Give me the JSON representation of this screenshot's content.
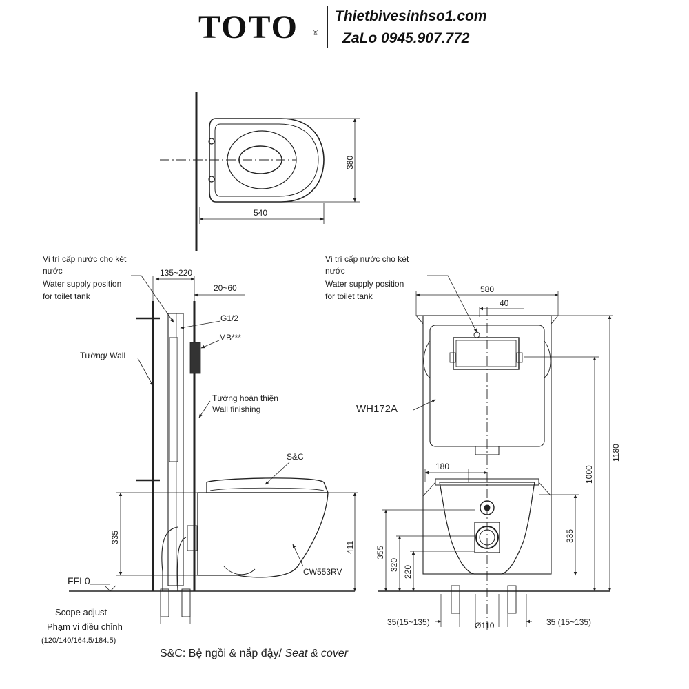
{
  "header": {
    "brand": "TOTO",
    "brand_mark": "®",
    "website": "Thietbivesinhso1.com",
    "contact": "ZaLo 0945.907.772"
  },
  "top_view": {
    "dim_depth": "540",
    "dim_width": "380"
  },
  "side_view": {
    "water_supply_vi_1": "Vị trí cấp nước cho két",
    "water_supply_vi_2": "nước",
    "water_supply_en_1": "Water supply position",
    "water_supply_en_2": "for toilet tank",
    "dim_135_220": "135~220",
    "dim_20_60": "20~60",
    "g12": "G1/2",
    "mb": "MB***",
    "wall": "Tường/ Wall",
    "finish_vi": "Tường hoàn thiện",
    "finish_en": "Wall finishing",
    "sc": "S&C",
    "dim_335": "335",
    "dim_411": "411",
    "bowl_model": "CW553RV",
    "ffl": "FFL0",
    "scope_en": "Scope adjust",
    "scope_vi": "Phạm vi điều chỉnh",
    "scope_values": "(120/140/164.5/184.5)"
  },
  "front_view": {
    "water_supply_vi_1": "Vị trí cấp nước cho két",
    "water_supply_vi_2": "nước",
    "water_supply_en_1": "Water supply position",
    "water_supply_en_2": "for toilet tank",
    "dim_580": "580",
    "dim_40": "40",
    "frame_model": "WH172A",
    "dim_180": "180",
    "dim_1180": "1180",
    "dim_1000": "1000",
    "dim_335": "335",
    "dim_355": "355",
    "dim_320": "320",
    "dim_220": "220",
    "dim_35_left": "35(15~135)",
    "dim_110": "Ø110",
    "dim_35_right": "35 (15~135)"
  },
  "caption": {
    "prefix": "S&C: Bệ ngồi & nắp đậy/ ",
    "italic": "Seat & cover"
  }
}
